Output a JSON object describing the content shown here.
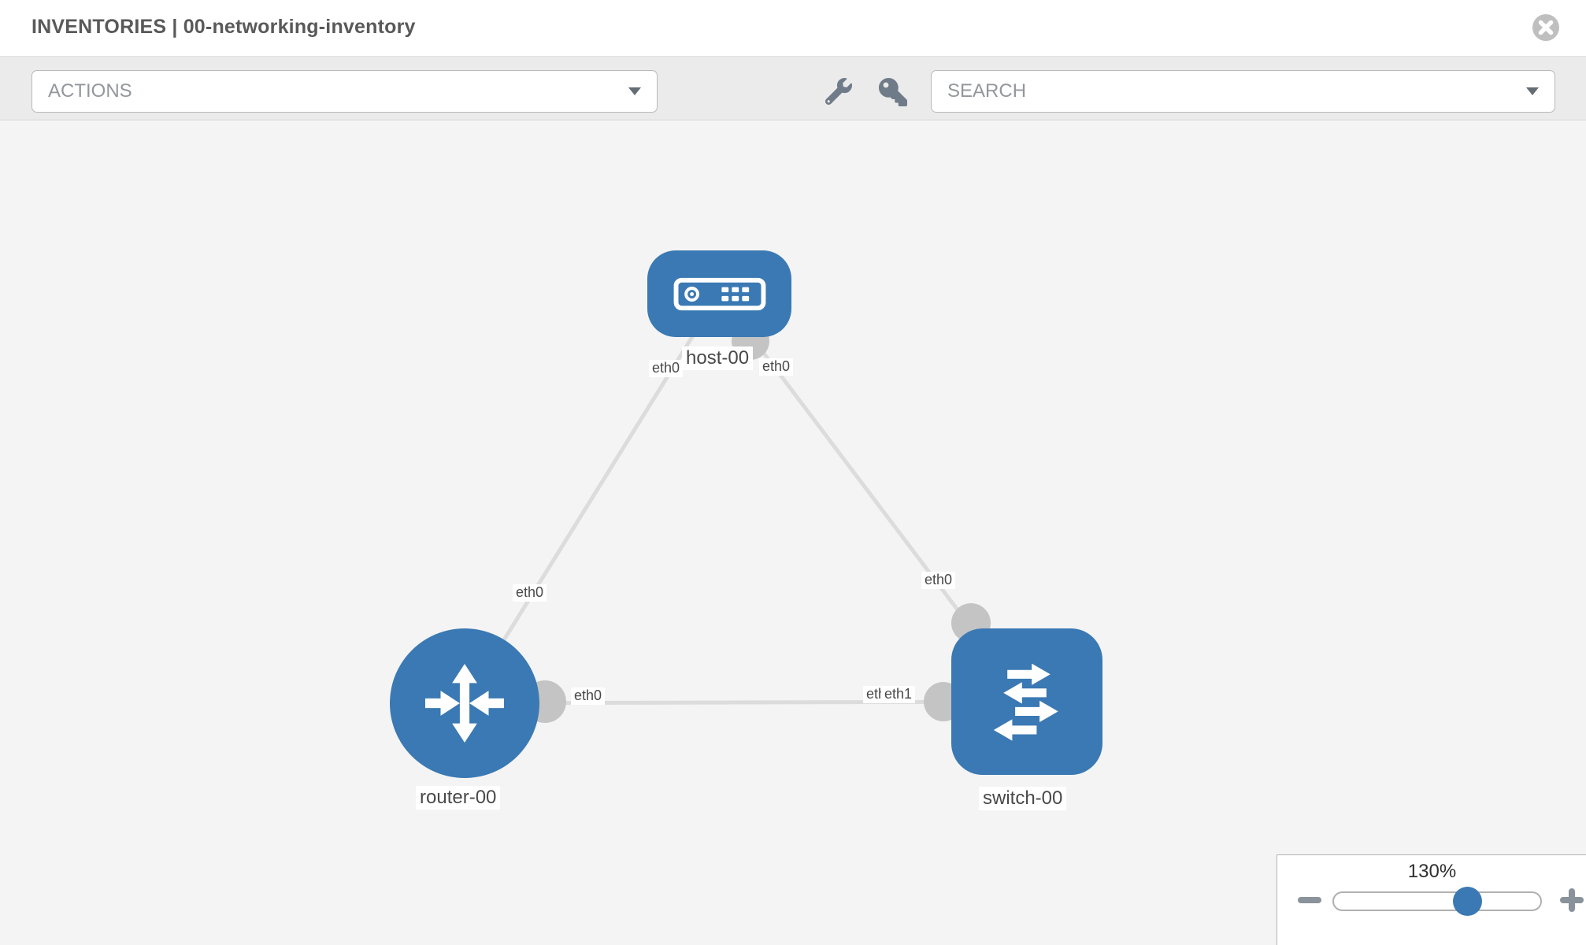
{
  "header": {
    "title": "INVENTORIES | 00-networking-inventory"
  },
  "toolbar": {
    "actions_label": "ACTIONS",
    "search_placeholder": "SEARCH"
  },
  "topology": {
    "nodes": [
      {
        "id": "host-00",
        "type": "host",
        "label": "host-00"
      },
      {
        "id": "router-00",
        "type": "router",
        "label": "router-00"
      },
      {
        "id": "switch-00",
        "type": "switch",
        "label": "switch-00"
      }
    ],
    "links": [
      {
        "from": "host-00",
        "from_port": "eth0",
        "to": "router-00",
        "to_port": "eth0"
      },
      {
        "from": "host-00",
        "from_port": "eth0",
        "to": "switch-00",
        "to_port": "eth0"
      },
      {
        "from": "router-00",
        "from_port": "eth0",
        "to": "switch-00",
        "to_port": "eth1"
      }
    ],
    "port_labels": [
      "eth0",
      "eth0",
      "eth0",
      "eth0",
      "eth0",
      "eth0",
      "eth1"
    ]
  },
  "zoom": {
    "level": "130%"
  },
  "colors": {
    "node_blue": "#3a79b3",
    "link_gray": "#dcdcdc",
    "connector_gray": "#c4c4c4",
    "icon_gray": "#6f7b88"
  }
}
